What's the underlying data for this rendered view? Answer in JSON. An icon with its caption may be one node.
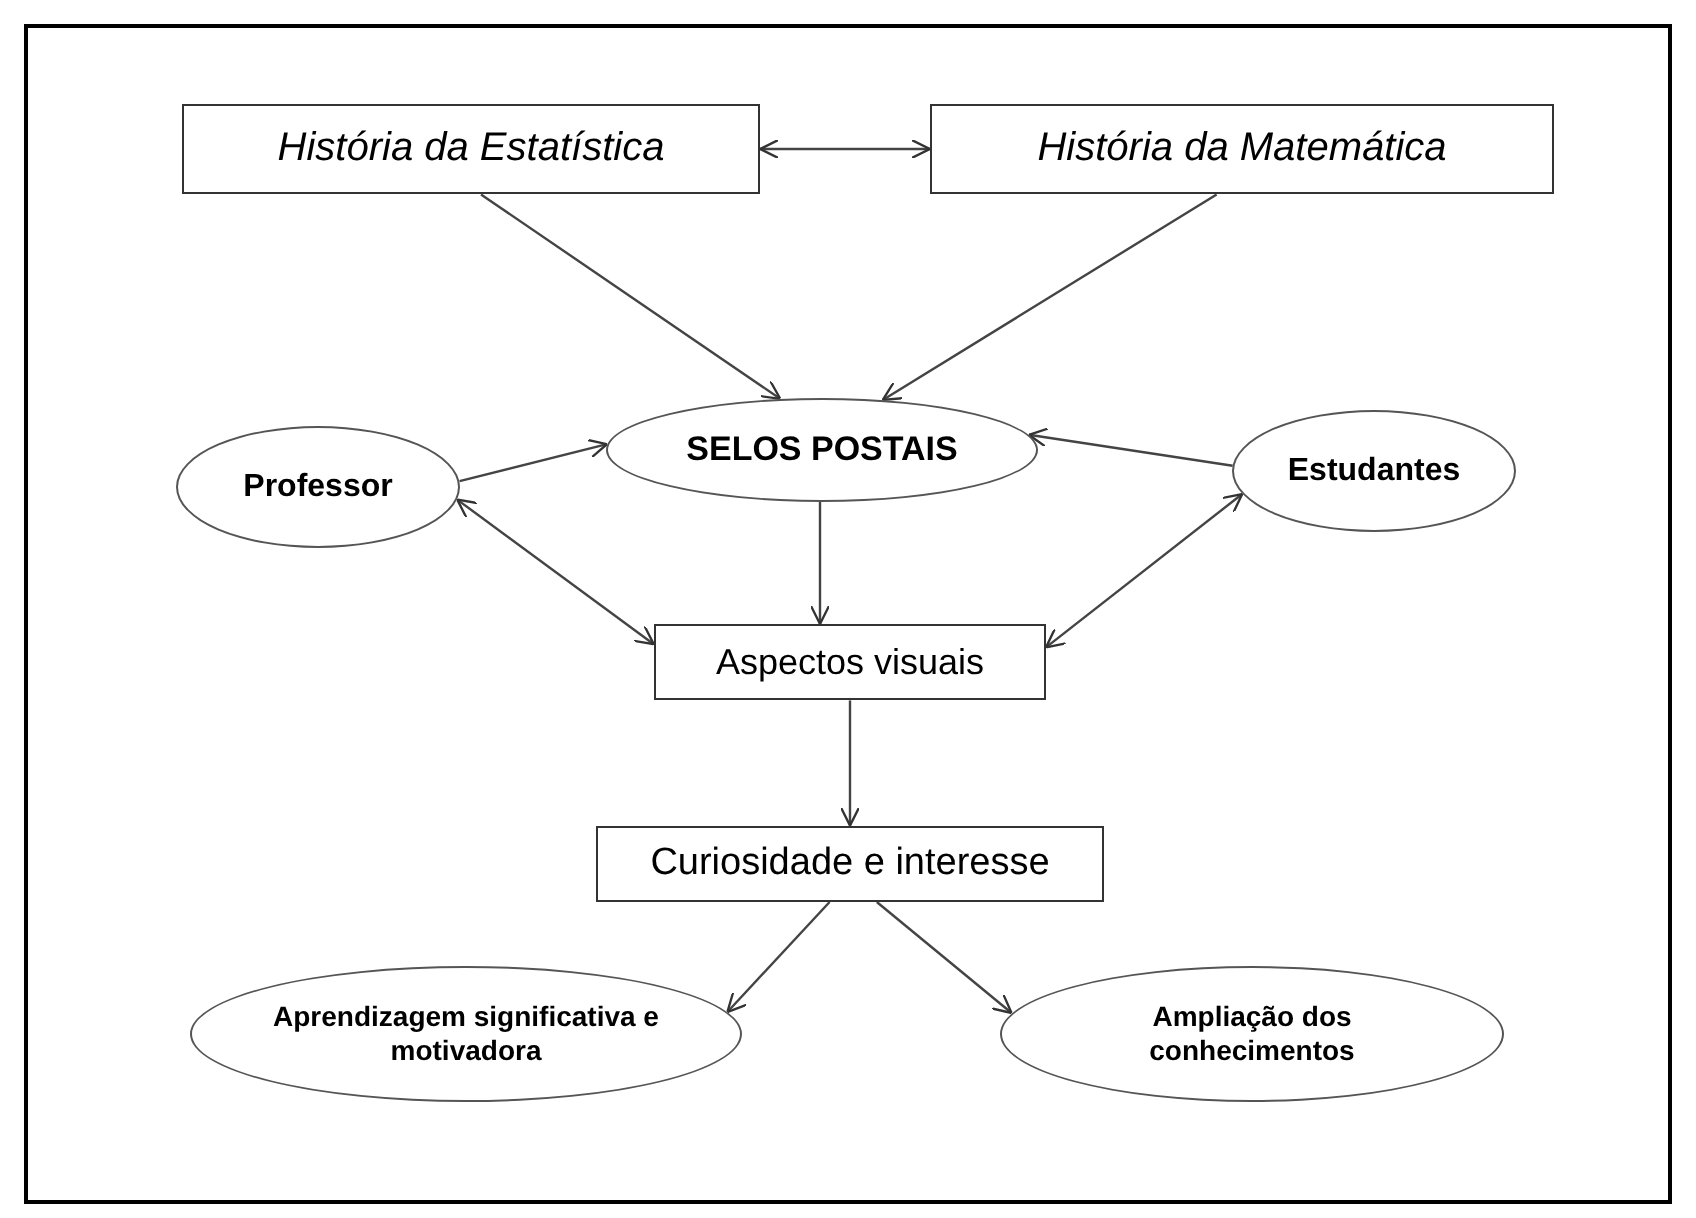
{
  "diagram": {
    "nodes": [
      {
        "text": [
          "História da Estatística"
        ]
      },
      {
        "text": [
          "História da Matemática"
        ]
      },
      {
        "text": [
          "SELOS POSTAIS"
        ]
      },
      {
        "text": [
          "Professor"
        ]
      },
      {
        "text": [
          "Estudantes"
        ]
      },
      {
        "text": [
          "Aspectos visuais"
        ]
      },
      {
        "text": [
          "Curiosidade e interesse"
        ]
      },
      {
        "text": [
          "Aprendizagem significativa e motivadora"
        ]
      },
      {
        "text": [
          "Ampliação dos conhecimentos"
        ]
      }
    ],
    "edges": [
      {
        "from": 0,
        "to": 1,
        "arrow": "both"
      },
      {
        "from": 0,
        "to": 2,
        "arrow": "to"
      },
      {
        "from": 1,
        "to": 2,
        "arrow": "to"
      },
      {
        "from": 3,
        "to": 2,
        "arrow": "to"
      },
      {
        "from": 4,
        "to": 2,
        "arrow": "to"
      },
      {
        "from": 3,
        "to": 5,
        "arrow": "both"
      },
      {
        "from": 4,
        "to": 5,
        "arrow": "both"
      },
      {
        "from": 2,
        "to": 5,
        "arrow": "to"
      },
      {
        "from": 5,
        "to": 6,
        "arrow": "to"
      },
      {
        "from": 6,
        "to": 7,
        "arrow": "to"
      },
      {
        "from": 6,
        "to": 8,
        "arrow": "to"
      }
    ]
  }
}
